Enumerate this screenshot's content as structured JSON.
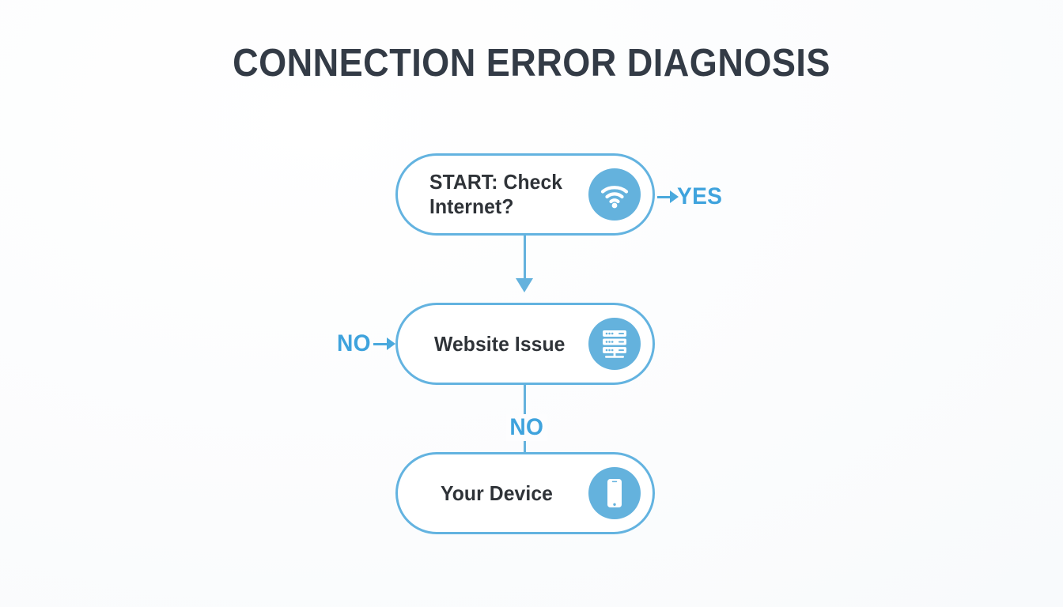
{
  "page": {
    "title": "CONNECTION ERROR DIAGNOSIS",
    "background_color": "#fdfdfe",
    "accent_color": "#64b2dd",
    "label_color": "#3fa3dd",
    "text_color": "#2f3338",
    "title_color": "#333b46"
  },
  "flow": {
    "nodes": [
      {
        "id": "start",
        "label": "START: Check\nInternet?",
        "icon": "wifi-icon",
        "icon_color": "#64b2dd"
      },
      {
        "id": "website",
        "label": "Website Issue",
        "icon": "server-icon",
        "icon_color": "#64b2dd"
      },
      {
        "id": "device",
        "label": "Your Device",
        "icon": "smartphone-icon",
        "icon_color": "#64b2dd"
      }
    ],
    "branch_labels": {
      "yes": "YES",
      "no_left": "NO",
      "no_mid": "NO"
    }
  }
}
